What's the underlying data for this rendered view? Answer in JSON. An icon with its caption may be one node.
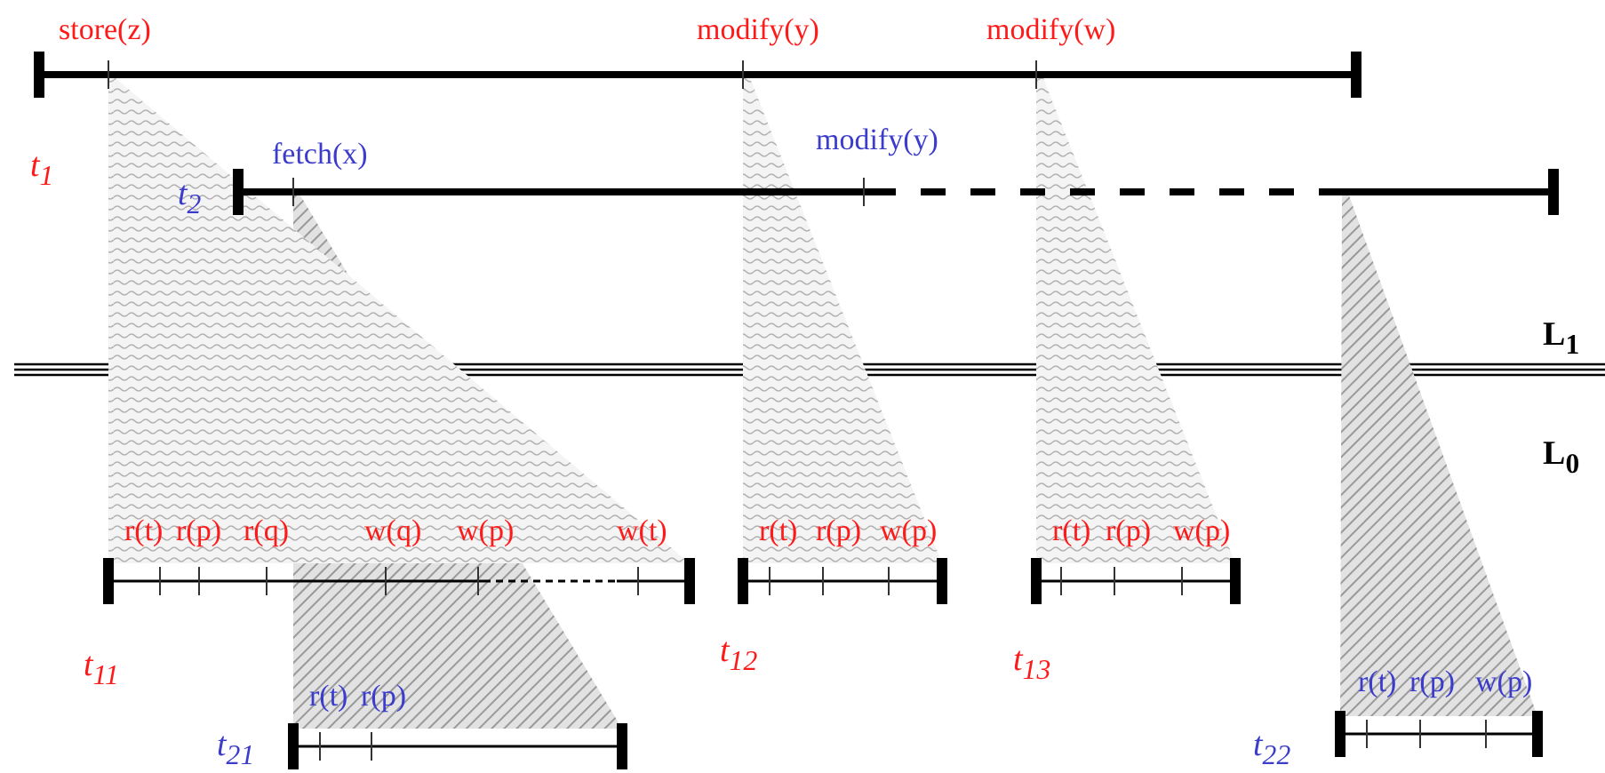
{
  "diagram": {
    "nodes": [
      {
        "text": [
          "t$_{1}$"
        ],
        "beside": [
          "store(z)",
          "modify(y)",
          "modify(w)"
        ]
      },
      {
        "text": [
          "t$_{2}$"
        ],
        "beside": [
          "fetch(x)",
          "modify(y)"
        ]
      },
      {
        "text": [
          "t$_{11}$"
        ],
        "beside": [
          "r(t)",
          "r(p)",
          "r(q)",
          "w(q)",
          "w(p)",
          "w(t)"
        ]
      },
      {
        "text": [
          "t$_{12}$"
        ],
        "beside": [
          "r(t)",
          "r(p)",
          "w(p)"
        ]
      },
      {
        "text": [
          "t$_{13}$"
        ],
        "beside": [
          "r(t)",
          "r(p)",
          "w(p)"
        ]
      },
      {
        "text": [
          "t$_{21}$"
        ],
        "beside": [
          "r(t)",
          "r(p)"
        ]
      },
      {
        "text": [
          "t$_{22}$"
        ],
        "beside": [
          "r(t)",
          "r(p)",
          "w(p)"
        ]
      }
    ],
    "edges": [
      {
        "from": 0,
        "to": 2,
        "arrow": "none"
      },
      {
        "from": 0,
        "to": 3,
        "arrow": "none"
      },
      {
        "from": 0,
        "to": 4,
        "arrow": "none"
      },
      {
        "from": 1,
        "to": 5,
        "arrow": "none"
      },
      {
        "from": 1,
        "to": 6,
        "arrow": "none"
      }
    ],
    "labels": [
      "L$_{1}$",
      "L$_{0}$"
    ]
  }
}
